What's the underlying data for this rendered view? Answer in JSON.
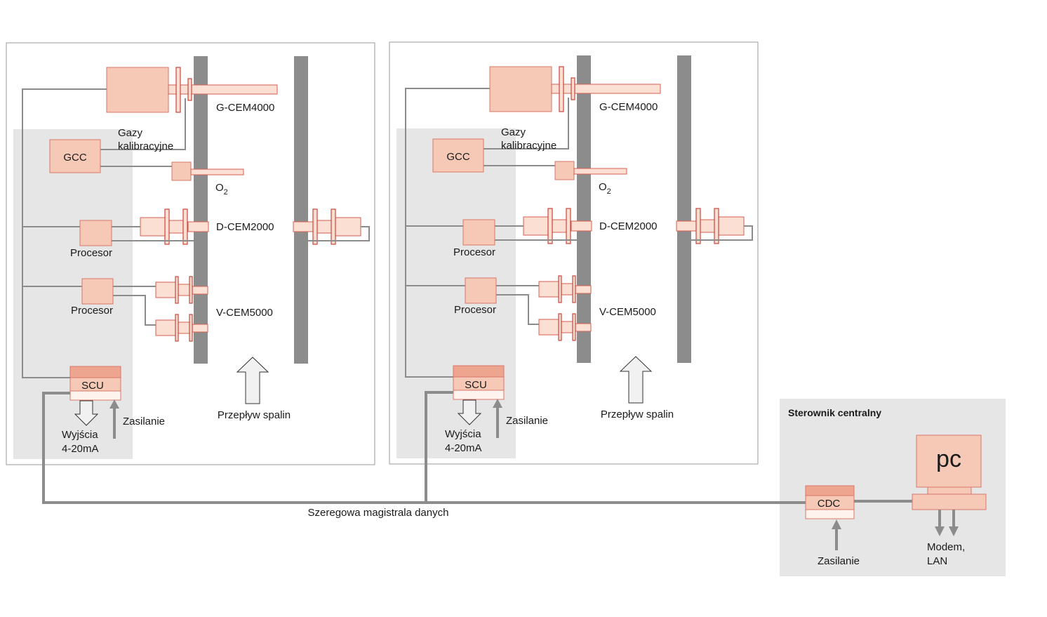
{
  "units": [
    {
      "analyzers": {
        "gcem": "G-CEM4000",
        "calibration_gas": [
          "Gazy",
          "kalibracyjne"
        ],
        "gcc": "GCC",
        "o2_main": "O",
        "o2_sub": "2",
        "dcem": "D-CEM2000",
        "processor_1": "Procesor",
        "processor_2": "Procesor",
        "vcem": "V-CEM5000",
        "scu": "SCU",
        "outputs": [
          "Wyjścia",
          "4-20mA"
        ],
        "power": "Zasilanie",
        "flow": "Przepływ spalin"
      }
    },
    {
      "analyzers": {
        "gcem": "G-CEM4000",
        "calibration_gas": [
          "Gazy",
          "kalibracyjne"
        ],
        "gcc": "GCC",
        "o2_main": "O",
        "o2_sub": "2",
        "dcem": "D-CEM2000",
        "processor_1": "Procesor",
        "processor_2": "Procesor",
        "vcem": "V-CEM5000",
        "scu": "SCU",
        "outputs": [
          "Wyjścia",
          "4-20mA"
        ],
        "power": "Zasilanie",
        "flow": "Przepływ spalin"
      }
    }
  ],
  "bus_label": "Szeregowa magistrala danych",
  "central": {
    "title": "Sterownik centralny",
    "cdc": "CDC",
    "pc": "pc",
    "power": "Zasilanie",
    "network": [
      "Modem,",
      "LAN"
    ]
  },
  "colors": {
    "component_fill": "#f6c9b7",
    "component_stroke": "#d8786a",
    "wall": "#8c8c8c",
    "panel": "#e6e6e6"
  }
}
